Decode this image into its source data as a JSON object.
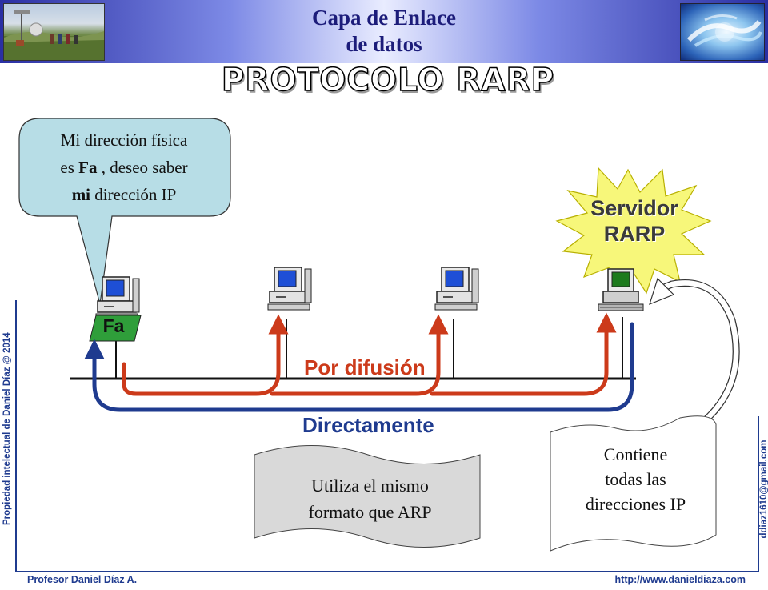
{
  "header": {
    "title_line1": "Capa de Enlace",
    "title_line2": "de datos"
  },
  "slide": {
    "title": "PROTOCOLO RARP"
  },
  "callout": {
    "line1": "Mi dirección física",
    "line2_prefix": "es ",
    "line2_bold": "Fa",
    "line2_suffix": " , deseo saber",
    "line3_bold": "mi",
    "line3_suffix": " dirección IP"
  },
  "diagram": {
    "client_label": "Fa",
    "broadcast_label": "Por difusión",
    "direct_label": "Directamente",
    "server_label_line1": "Servidor",
    "server_label_line2": "RARP",
    "format_note_line1": "Utiliza el mismo",
    "format_note_line2": "formato que ARP",
    "table_note_line1": "Contiene",
    "table_note_line2": "todas las",
    "table_note_line3": "direcciones  IP"
  },
  "sidebar": {
    "left_vertical": "Propiedad intelectual de Daniel Díaz @ 2014",
    "right_vertical": "ddiaz1610@gmail.com"
  },
  "footer": {
    "author": "Profesor Daniel Díaz A.",
    "url": "http://www.danieldiaza.com"
  },
  "colors": {
    "broadcast": "#cc3a1a",
    "direct": "#1f3b8f",
    "callout_fill": "#b7dde6",
    "starburst_fill": "#f7f77a",
    "note_fill": "#d9d9d9",
    "header_dark": "#2a2fa3"
  }
}
